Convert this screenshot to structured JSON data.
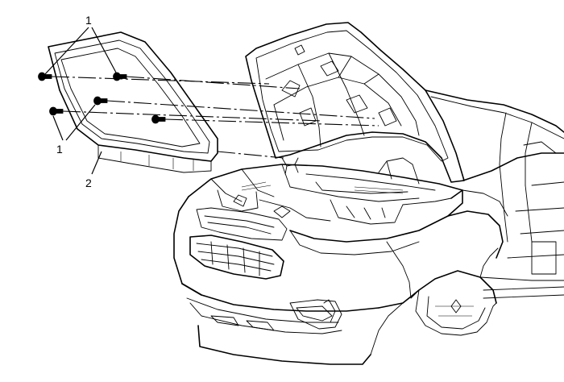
{
  "callouts": {
    "fastener_top": "1",
    "fastener_bottom": "1",
    "insulator": "2"
  },
  "colors": {
    "line": "#000000",
    "background": "#ffffff"
  }
}
